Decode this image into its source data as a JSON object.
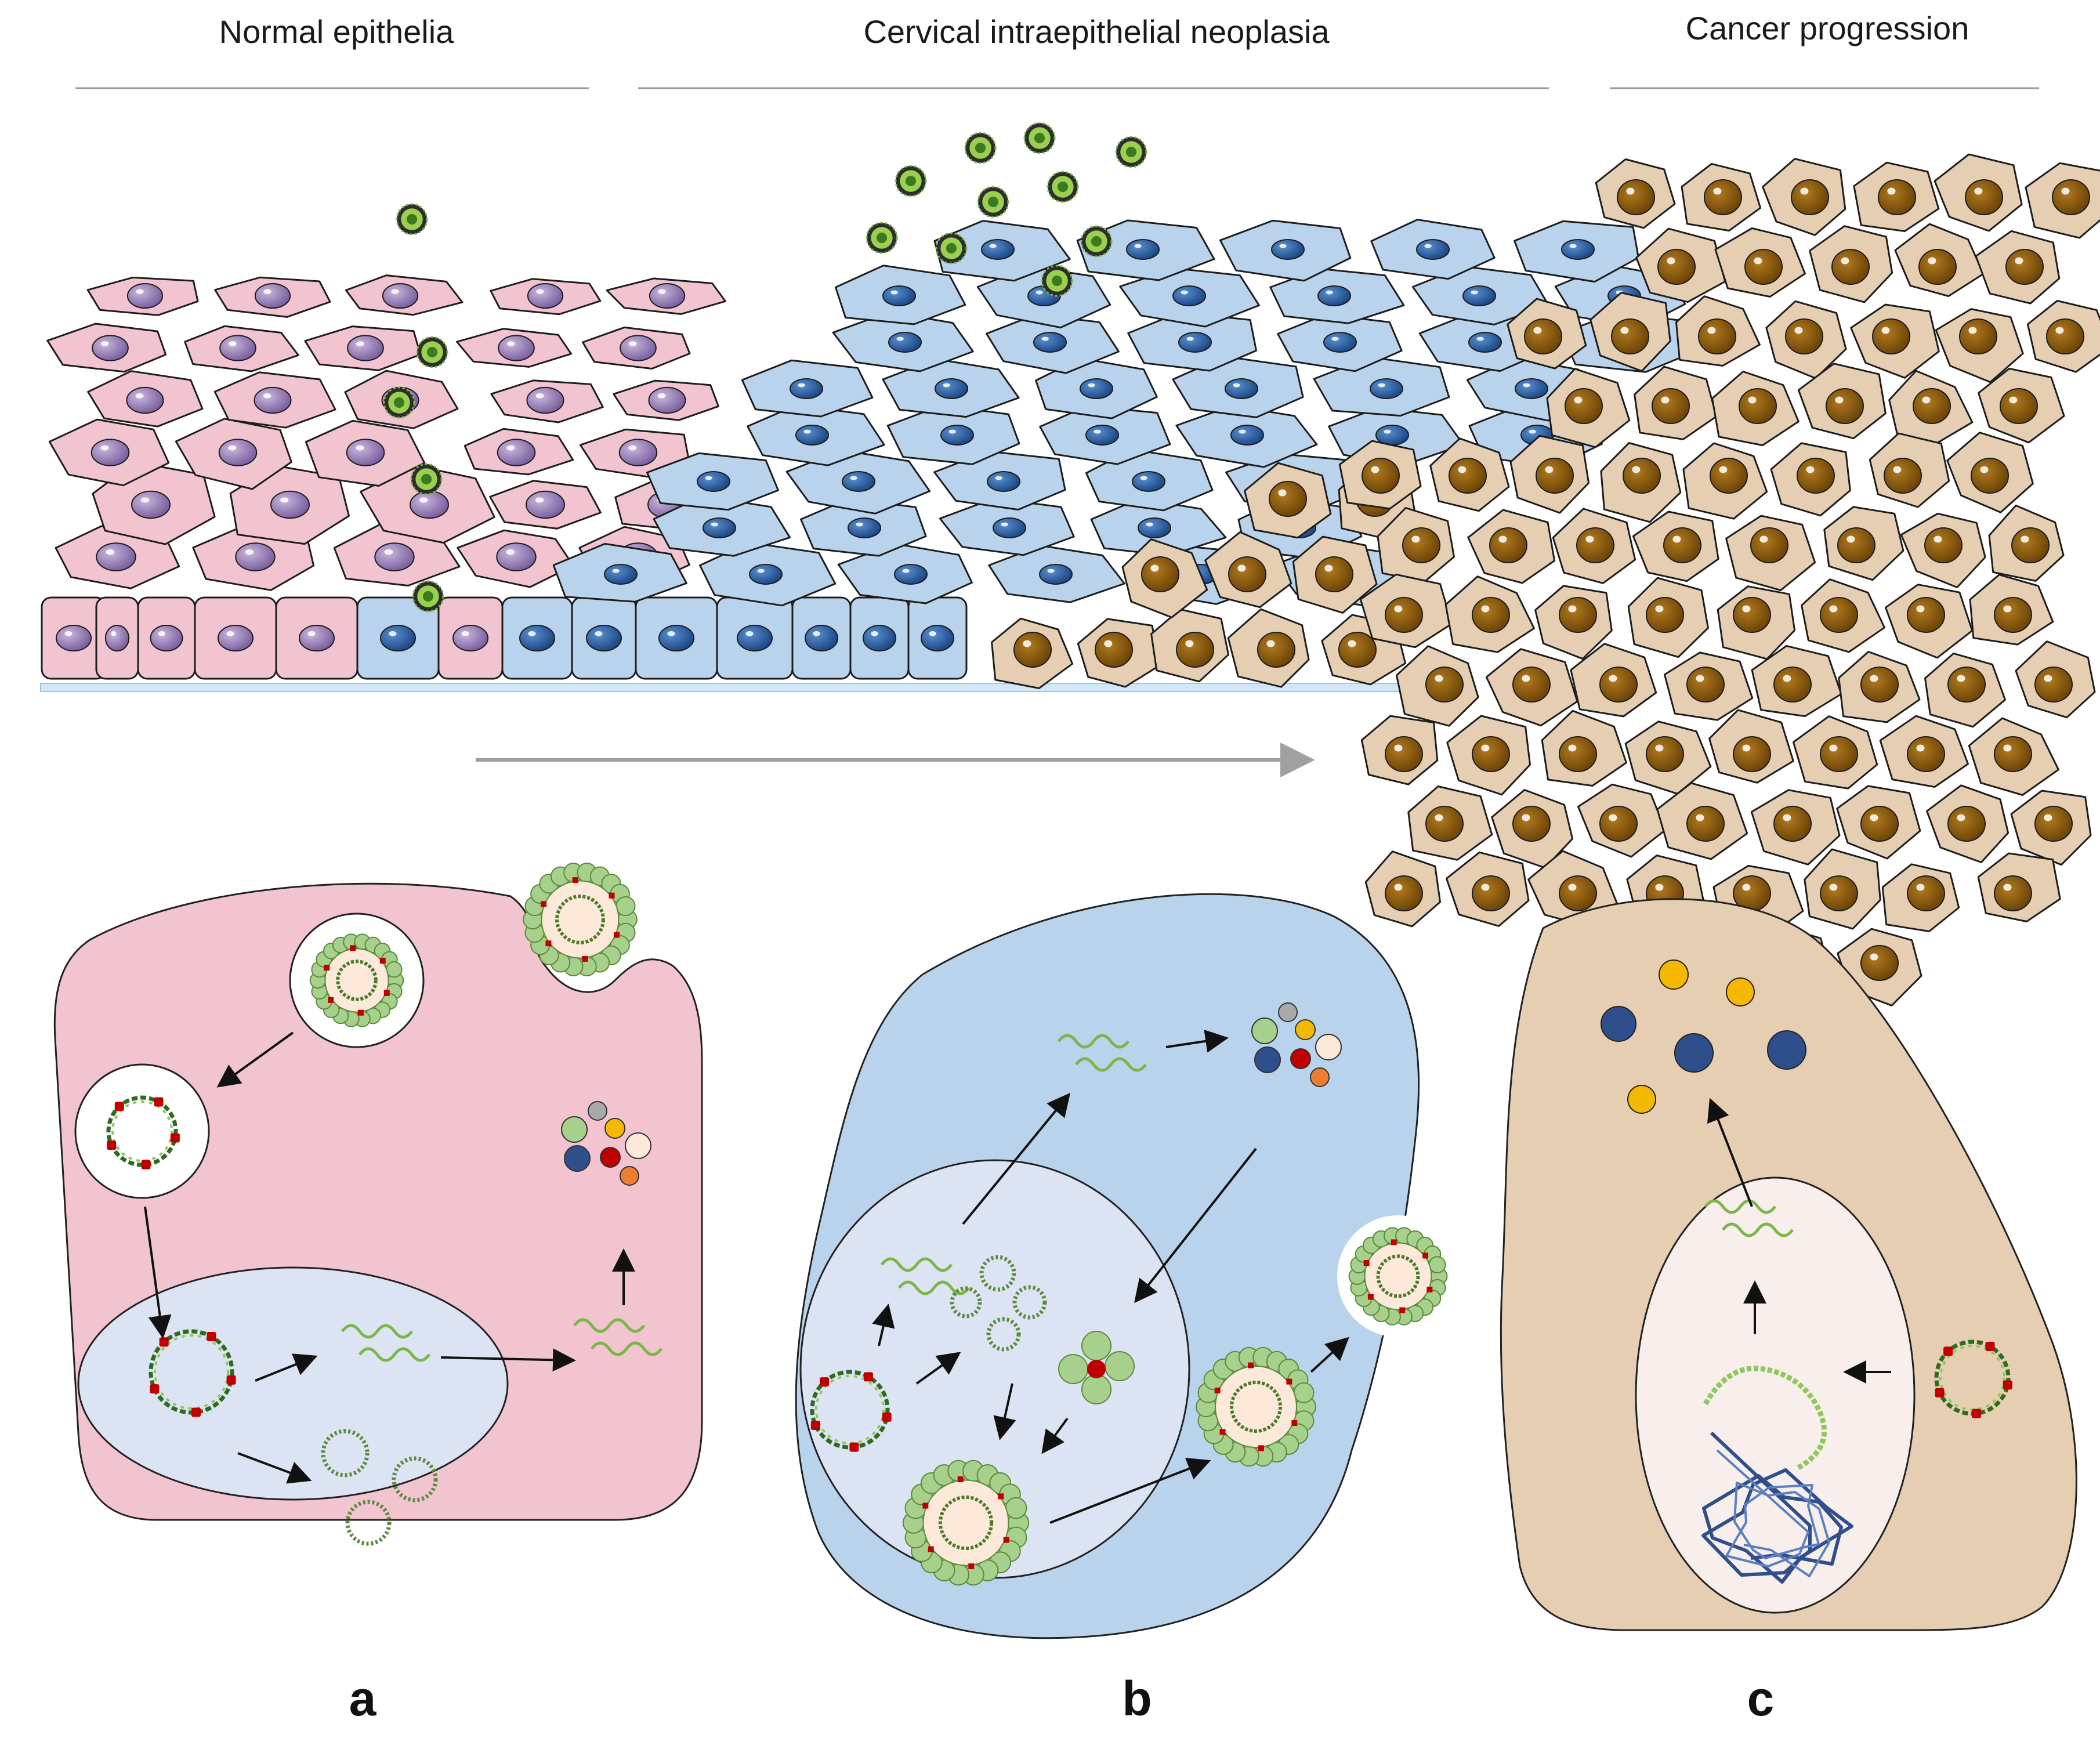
{
  "headers": {
    "normal": "Normal epithelia",
    "cin": "Cervical intraepithelial neoplasia",
    "cancer": "Cancer progression"
  },
  "panels": {
    "a": "a",
    "b": "b",
    "c": "c"
  },
  "colors": {
    "normal_cell": "#f2c4cf",
    "normal_nucleus": "#9b83b8",
    "cin_cell": "#b9d3ec",
    "cin_nucleus": "#2c5fa0",
    "cancer_cell": "#e5ceb2",
    "cancer_nucleus": "#8a5a10",
    "virus": "#7ab648",
    "protein_colors": [
      "#a9a9a9",
      "#a8d08d",
      "#f5b800",
      "#fde9d9",
      "#2f4e8c",
      "#c00000",
      "#ef7d31"
    ]
  },
  "icons": [
    "hpv-virion-icon",
    "episome-icon",
    "mrna-icon",
    "protein-icon",
    "host-dna-icon",
    "arrow-icon"
  ]
}
